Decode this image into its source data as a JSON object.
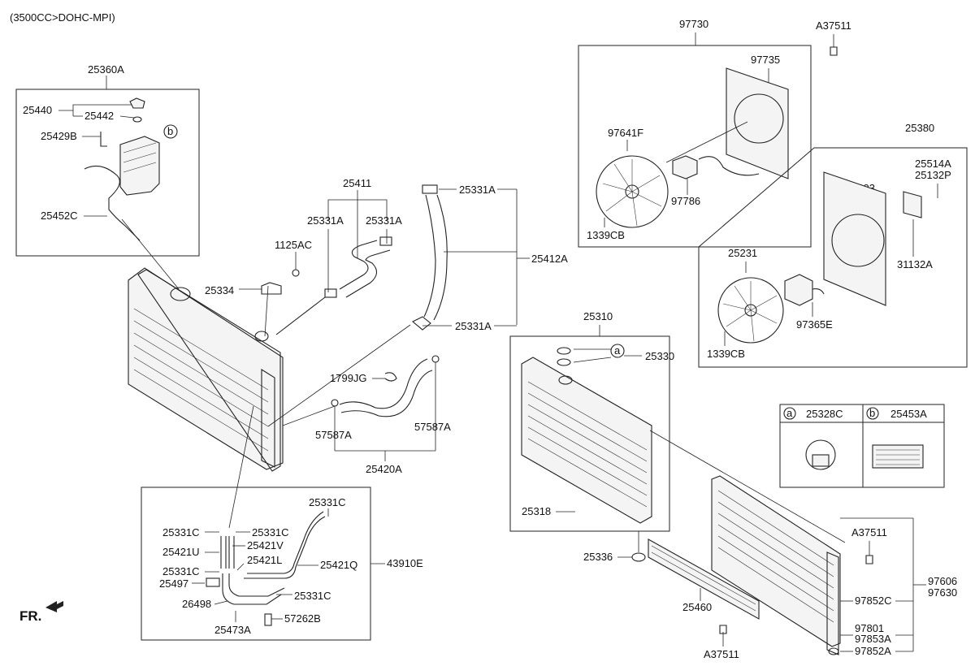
{
  "header": {
    "engine_spec": "(3500CC>DOHC-MPI)"
  },
  "orientation": {
    "front_label": "FR."
  },
  "parts": {
    "p25360A": "25360A",
    "p25440": "25440",
    "p25442": "25442",
    "p25429B": "25429B",
    "p25452C": "25452C",
    "p25411": "25411",
    "p25331A_1": "25331A",
    "p25331A_2": "25331A",
    "p25331A_3": "25331A",
    "p25331A_4": "25331A",
    "p1125AC": "1125AC",
    "p25334": "25334",
    "p25412A": "25412A",
    "p1799JG": "1799JG",
    "p57587A_1": "57587A",
    "p57587A_2": "57587A",
    "p25420A": "25420A",
    "p25331C_1": "25331C",
    "p25331C_2": "25331C",
    "p25331C_3": "25331C",
    "p25331C_4": "25331C",
    "p25331C_5": "25331C",
    "p25421U": "25421U",
    "p25421V": "25421V",
    "p25421L": "25421L",
    "p25421Q": "25421Q",
    "p43910E": "43910E",
    "p25497": "25497",
    "p26498": "26498",
    "p25473A": "25473A",
    "p57262B": "57262B",
    "p97730": "97730",
    "pA37511_1": "A37511",
    "pA37511_2": "A37511",
    "pA37511_3": "A37511",
    "p97735": "97735",
    "p97641F": "97641F",
    "p97786": "97786",
    "p1339CB_1": "1339CB",
    "p1339CB_2": "1339CB",
    "p25380": "25380",
    "p25514A": "25514A",
    "p25132P": "25132P",
    "pBN0203": "BN0203",
    "p31132A": "31132A",
    "p25231": "25231",
    "p97365E": "97365E",
    "p25310": "25310",
    "p25330": "25330",
    "p25318": "25318",
    "p25336": "25336",
    "p25460": "25460",
    "p97606": "97606",
    "p97630": "97630",
    "p97852C": "97852C",
    "p97801": "97801",
    "p97853A": "97853A",
    "p97852A": "97852A"
  },
  "callouts": {
    "a": "a",
    "b": "b"
  },
  "legend_table": [
    {
      "marker": "a",
      "part": "25328C"
    },
    {
      "marker": "b",
      "part": "25453A"
    }
  ]
}
